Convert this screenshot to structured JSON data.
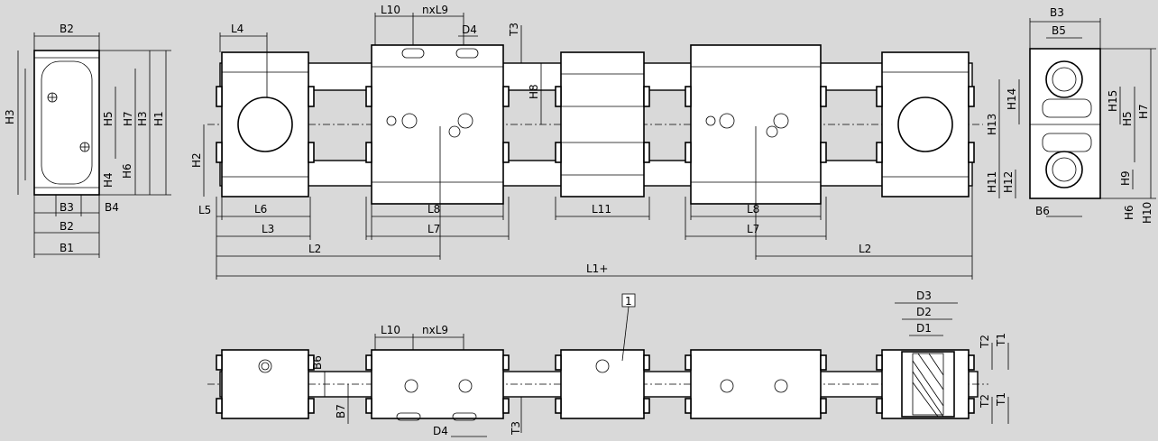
{
  "drawing": {
    "front_view": {
      "top_dims": [
        "L4",
        "L10",
        "nxL9",
        "D4",
        "T3"
      ],
      "bottom_dims": [
        "L5",
        "L6",
        "L3",
        "L2",
        "L8",
        "L7",
        "L11",
        "L8",
        "L7",
        "L2",
        "L1+"
      ],
      "side_dims": [
        "H2",
        "H8"
      ]
    },
    "left_view": {
      "dims": [
        "B2",
        "H3",
        "H5",
        "H7",
        "H3",
        "H1",
        "H6",
        "H4",
        "B3",
        "B4",
        "B2",
        "B1"
      ]
    },
    "right_view": {
      "dims": [
        "B3",
        "B5",
        "H14",
        "H13",
        "H15",
        "H5",
        "H7",
        "H11",
        "H12",
        "H9",
        "B6",
        "H6",
        "H10"
      ]
    },
    "bottom_view": {
      "callout": "1",
      "dims": [
        "L10",
        "nxL9",
        "B6",
        "B7",
        "D4",
        "T3",
        "D3",
        "D2",
        "D1",
        "T2",
        "T1",
        "T2",
        "T1"
      ]
    }
  }
}
